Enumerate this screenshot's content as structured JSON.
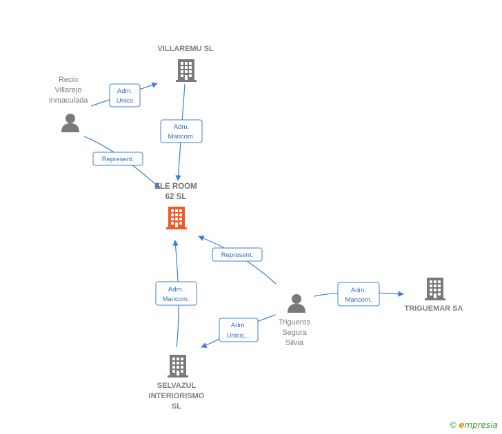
{
  "nodes": {
    "villaremu": {
      "label": [
        "VILLAREMU SL"
      ],
      "color": "#7a7a7a"
    },
    "ele_room": {
      "label": [
        "ELE ROOM",
        "62  SL"
      ],
      "color": "#f05a28"
    },
    "triguemar": {
      "label": [
        "TRIGUEMAR SA"
      ],
      "color": "#7a7a7a"
    },
    "selvazul": {
      "label": [
        "SELVAZUL",
        "INTERIORISMO",
        "SL"
      ],
      "color": "#7a7a7a"
    },
    "recio": {
      "label": [
        "Recio",
        "Villarejo",
        "Inmaculada"
      ],
      "color": "#7a7a7a"
    },
    "trigueros": {
      "label": [
        "Trigueros",
        "Segura",
        "Silvia"
      ],
      "color": "#7a7a7a"
    }
  },
  "edges": {
    "recio_villaremu": [
      "Adm.",
      "Unico"
    ],
    "villaremu_ele": [
      "Adm.",
      "Mancom."
    ],
    "recio_ele": [
      "Represent."
    ],
    "trigueros_ele": [
      "Represent."
    ],
    "trigueros_triguemar": [
      "Adm.",
      "Mancom."
    ],
    "selvazul_ele": [
      "Adm.",
      "Mancom."
    ],
    "trigueros_selvazul": [
      "Adm.",
      "Unico,..."
    ]
  },
  "brand": {
    "copyright": "©",
    "initial": "e",
    "rest": "mpresia"
  }
}
